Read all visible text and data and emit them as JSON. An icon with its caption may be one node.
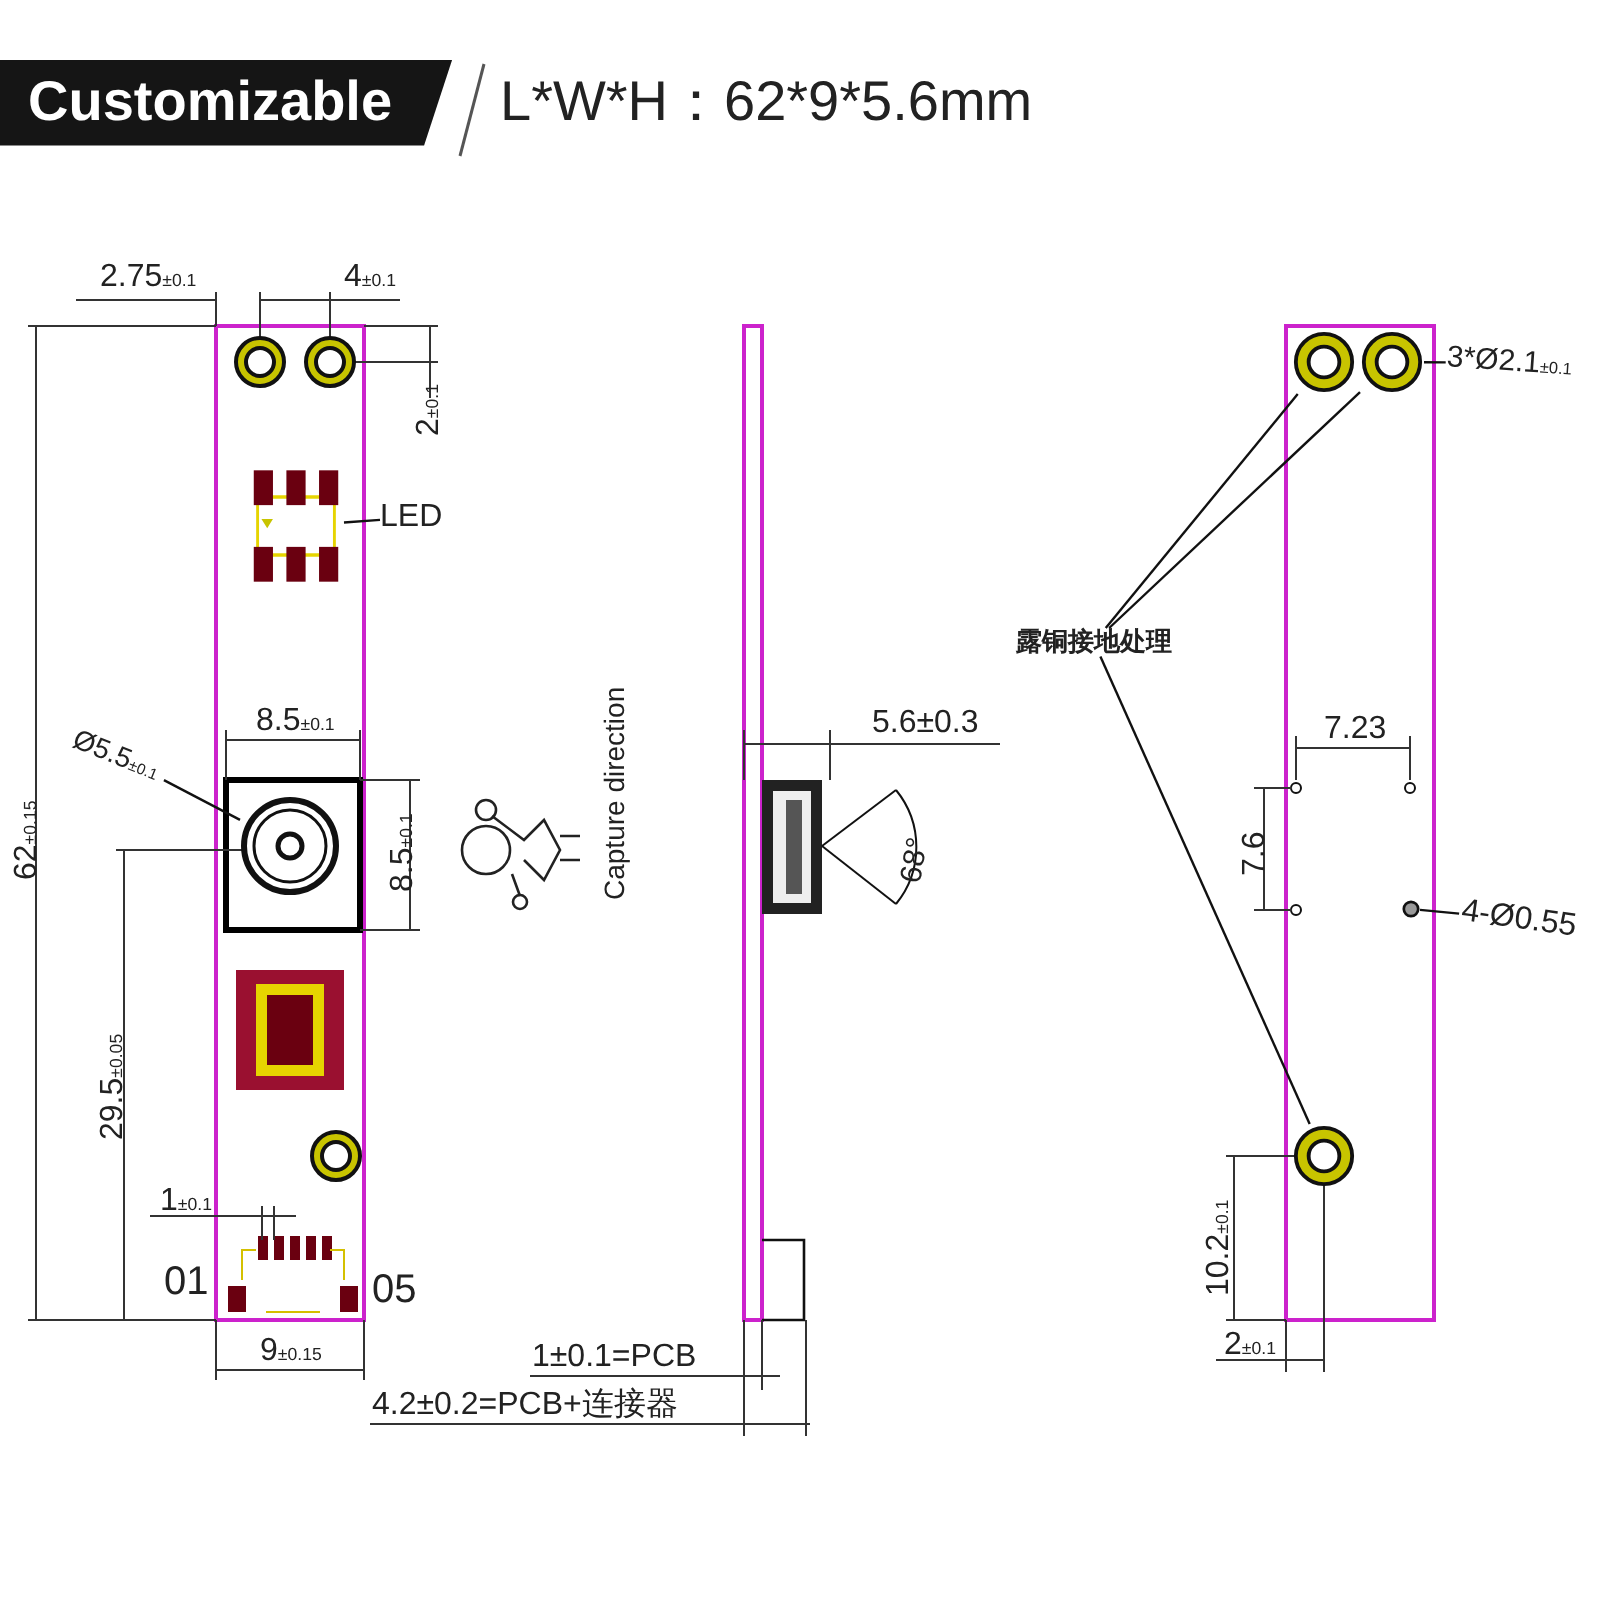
{
  "diagram": {
    "nodes": [
      {
        "text": [
          "LED"
        ]
      },
      {
        "text": [],
        "shape": "picture"
      },
      {
        "text": [
          "Ø5.5$_{±0.1}$"
        ]
      },
      {
        "text": [],
        "shape": "circle"
      },
      {
        "text": [
          "露铜接地处理"
        ]
      },
      {
        "text": [],
        "shape": "circle"
      },
      {
        "text": [],
        "shape": "circle"
      },
      {
        "text": [],
        "shape": "circle"
      },
      {
        "text": [
          "3*Ø2.1$_{±0.1}$"
        ]
      },
      {
        "text": [
          "4-Ø0.55"
        ]
      },
      {
        "text": [],
        "shape": "circle"
      }
    ],
    "edges": [
      {
        "from": 0,
        "to": 1,
        "arrow": "none"
      },
      {
        "from": 2,
        "to": 3,
        "arrow": "none"
      },
      {
        "from": 4,
        "to": 5,
        "arrow": "none"
      },
      {
        "from": 4,
        "to": 6,
        "arrow": "none"
      },
      {
        "from": 4,
        "to": 7,
        "arrow": "none"
      },
      {
        "from": 8,
        "to": 6,
        "arrow": "none"
      },
      {
        "from": 9,
        "to": 10,
        "arrow": "none"
      }
    ],
    "labels": [
      "Customizable",
      "L*W*H：62*9*5.6mm",
      "2.75$_{±0.1}$",
      "4$_{±0.1}$",
      "2$_{±0.1}$",
      "8.5$_{±0.1}$",
      "62$_{±0.15}$",
      "8.5$_{±0.1}$",
      "29.5$_{±0.05}$",
      "1$_{±0.1}$",
      "01",
      "05",
      "9$_{±0.15}$",
      "Capture direction",
      "5.6±0.3",
      "68°",
      "1±0.1=PCB",
      "4.2±0.2=PCB+连接器",
      "7.23",
      "7.6",
      "10.2$_{±0.1}$",
      "2$_{±0.1}$"
    ]
  }
}
